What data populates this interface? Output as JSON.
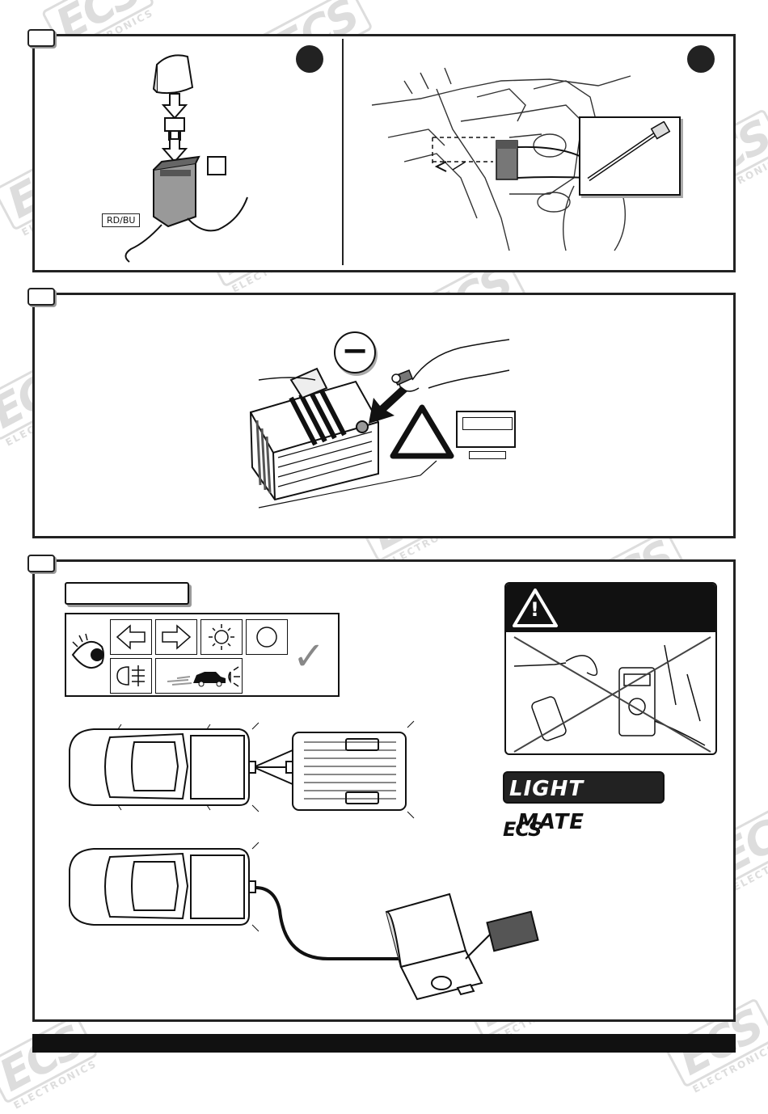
{
  "brand": {
    "watermark_main": "ECS",
    "watermark_sub": "ELECTRONICS",
    "logo_text": "ECS",
    "product_light": "LIGHT",
    "product_mate": "MATE"
  },
  "panel1": {
    "wire_label": "RD/BU"
  },
  "panel2": {
    "minus_symbol": "−"
  },
  "panel3": {
    "warning_symbol": "!",
    "check_symbol": "✓"
  },
  "icons": [
    "eye-icon",
    "arrow-left-icon",
    "arrow-right-icon",
    "brake-light-icon",
    "circle-light-icon",
    "fog-light-icon",
    "reverse-light-icon",
    "check-icon",
    "warning-icon"
  ],
  "colors": {
    "frame": "#222222",
    "footer": "#111111",
    "watermark": "#b4b4b4"
  }
}
